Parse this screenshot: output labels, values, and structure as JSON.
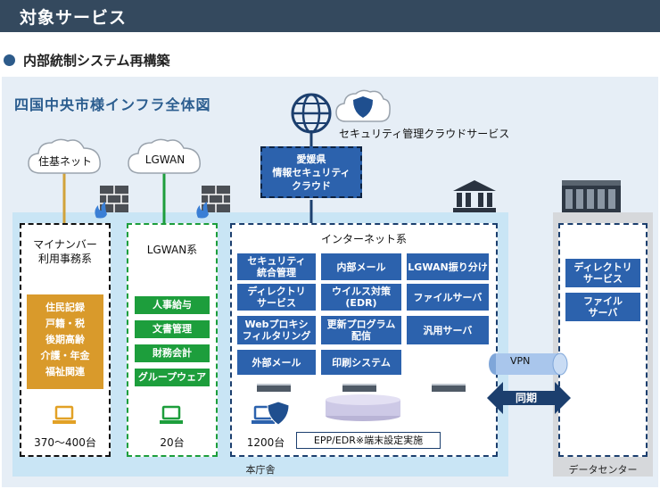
{
  "header": {
    "title": "対象サービス"
  },
  "section": {
    "heading": "内部統制システム再構築"
  },
  "diagram": {
    "title": "四国中央市様インフラ全体図",
    "clouds": {
      "juki": "住基ネット",
      "lgwan": "LGWAN",
      "security_service": "セキュリティ管理クラウドサービス"
    },
    "ehime_cloud": {
      "line1": "愛媛県",
      "line2": "情報セキュリティ",
      "line3": "クラウド"
    },
    "zones": {
      "mynumber": {
        "title_line1": "マイナンバー",
        "title_line2": "利用事務系",
        "services": [
          "住民記録",
          "戸籍・税",
          "後期高齢",
          "介護・年金",
          "福祉関連"
        ],
        "count": "370～400台"
      },
      "lgwan": {
        "title": "LGWAN系",
        "services": [
          "人事給与",
          "文書管理",
          "財務会計",
          "グループウェア"
        ],
        "count": "20台"
      },
      "internet": {
        "title": "インターネット系",
        "services": [
          [
            "セキュリティ",
            "統合管理"
          ],
          [
            "内部メール"
          ],
          [
            "LGWAN振り分け"
          ],
          [
            "ディレクトリ",
            "サービス"
          ],
          [
            "ウイルス対策",
            "(EDR)"
          ],
          [
            "ファイルサーバ"
          ],
          [
            "Webプロキシ",
            "フィルタリング"
          ],
          [
            "更新プログラム",
            "配信"
          ],
          [
            "汎用サーバ"
          ],
          [
            "外部メール"
          ],
          [
            "印刷システム"
          ]
        ],
        "count": "1200台",
        "epp_note": "EPP/EDR※端末設定実施"
      },
      "datacenter": {
        "services": [
          [
            "ディレクトリ",
            "サービス"
          ],
          [
            "ファイル",
            "サーバ"
          ]
        ]
      }
    },
    "vpn": "VPN",
    "sync": "同期",
    "main_office": "本庁舎",
    "data_center": "データセンター",
    "colors": {
      "header": "#34495e",
      "accent_blue": "#2c62ad",
      "green": "#1d9e3c",
      "orange": "#d99a2b",
      "office_bg": "#c9e5f5",
      "dc_bg": "#d6d8db"
    }
  }
}
